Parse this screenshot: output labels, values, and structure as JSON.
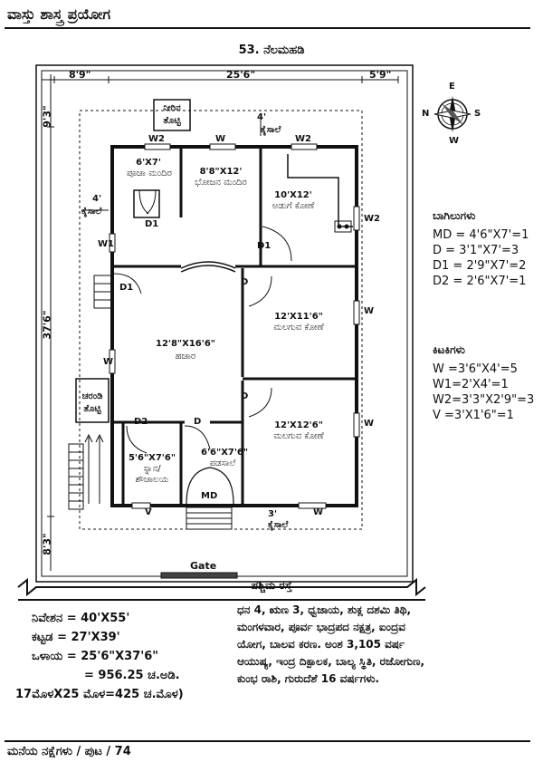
{
  "header": {
    "title": "ವಾಸ್ತು ಶಾಸ್ತ್ರ ಪ್ರಯೋಗ"
  },
  "plan": {
    "title": "53. ನೆಲಮಹಡಿ",
    "dims": {
      "top_left": "8'9\"",
      "top_mid": "25'6\"",
      "top_right": "5'9\"",
      "left_top": "9'3\"",
      "left_mid": "37'6\"",
      "left_bottom": "8'3\""
    },
    "rooms": {
      "pooja": {
        "size": "6'X7'",
        "name": "ಪೂಜಾ ಮಂದಿರ"
      },
      "dining": {
        "size": "8'8\"X12'",
        "name": "ಭೋಜನ ಮಂದಿರ"
      },
      "kitchen": {
        "size": "10'X12'",
        "name": "ಅಡುಗೆ ಕೋಣೆ"
      },
      "bed1": {
        "size": "12'X11'6\"",
        "name": "ಮಲಗುವ ಕೋಣೆ"
      },
      "hall": {
        "size": "12'8\"X16'6\"",
        "name": "ಹಜಾರ"
      },
      "bed2": {
        "size": "12'X12'6\"",
        "name": "ಮಲಗುವ ಕೋಣೆ"
      },
      "bath": {
        "size": "5'6\"X7'6\"",
        "name1": "ಸ್ನಾನ/",
        "name2": "ಶೌಚಾಲಯ"
      },
      "passage": {
        "size": "6'6\"X7'6\"",
        "name": "ಪಡಸಾಲೆ"
      }
    },
    "water_tank": {
      "line1": "ನೀರಿನ",
      "line2": "ತೊಟ್ಟಿ"
    },
    "sewage_tank": {
      "line1": "ಚರಂಡಿ",
      "line2": "ತೊಟ್ಟಿ"
    },
    "corridor": "ಕೈಸಾಲೆ",
    "corridor_top_dim": "4'",
    "corridor_left_dim": "4'",
    "corridor_bottom_dim": "3'",
    "labels": {
      "W": "W",
      "W1": "W1",
      "W2": "W2",
      "V": "V",
      "D": "D",
      "D1": "D1",
      "D2": "D2",
      "MD": "MD"
    },
    "gate": "Gate",
    "road": "ಪಶ್ಚಿಮ ರಸ್ತೆ",
    "compass": {
      "n": "E",
      "s": "W",
      "e": "S",
      "w": "N"
    }
  },
  "doors_legend": {
    "heading": "ಬಾಗಿಲುಗಳು",
    "items": [
      "MD = 4'6\"X7'=1",
      "D  = 3'1\"X7'=3",
      "D1 = 2'9\"X7'=2",
      "D2 = 2'6\"X7'=1"
    ]
  },
  "windows_legend": {
    "heading": "ಕಿಟಕಿಗಳು",
    "items": [
      "W  =3'6\"X4'=5",
      "W1=2'X4'=1",
      "W2=3'3\"X2'9\"=3",
      "V  =3'X1'6\"=1"
    ]
  },
  "summary": {
    "site": "ನಿವೇಶನ  = 40'X55'",
    "building": "ಕಟ್ಟಡ      = 27'X39'",
    "inner": "ಒಳಾಯ   = 25'6\"X37'6\"",
    "area": "= 956.25 ಚ.ಅಡಿ.",
    "formula": "17ಮೊಳX25 ಮೊಳ=425 ಚ.ಮೊಳ)"
  },
  "details": "ಧನ 4, ಋಣ 3, ಧ್ವಜಾಯ, ಶುಕ್ಲ ದಶಮಿ ತಿಥಿ, ಮಂಗಳವಾರ, ಪೂರ್ವ ಭಾದ್ರಪದ ನಕ್ಷತ್ರ, ಐಂದ್ರವ ಯೋಗ, ಬಾಲವ ಕರಣ. ಅಂಶ 3,105 ವರ್ಷ ಆಯುಷ್ಯ, ಇಂದ್ರ ದಿಕ್ಪಾಲಕ, ಬಾಲ್ಯ ಸ್ಥಿತಿ, ರಜೋಗುಣ, ಕುಂಭ ರಾಶಿ, ಗುರುದೆಶೆ 16 ವರ್ಷಗಳು.",
  "footer": {
    "text": "ಮನೆಯ ನಕ್ಷೆಗಳು / ಪುಟ / 74"
  }
}
